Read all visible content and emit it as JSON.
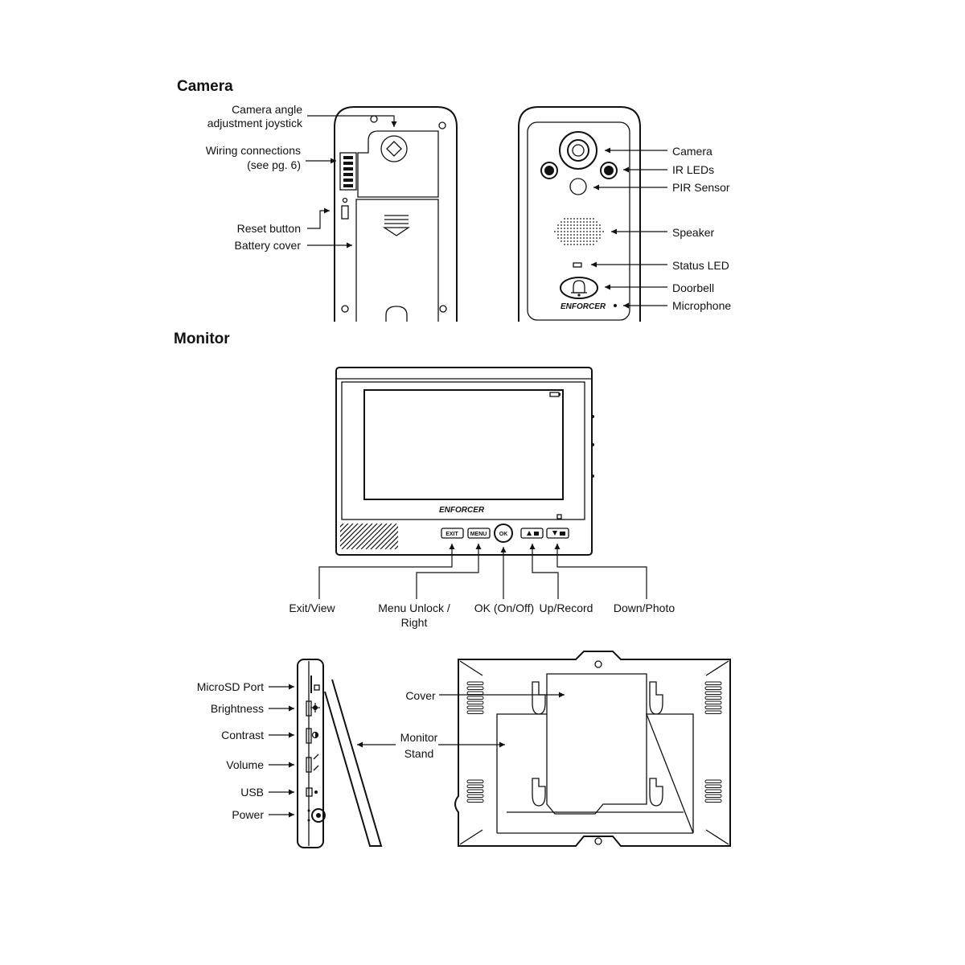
{
  "headings": {
    "camera": "Camera",
    "monitor": "Monitor"
  },
  "camera_back": {
    "joystick_1": "Camera angle",
    "joystick_2": "adjustment joystick",
    "wiring_1": "Wiring connections",
    "wiring_2": "(see pg. 6)",
    "reset": "Reset button",
    "battery": "Battery cover"
  },
  "camera_front": {
    "camera": "Camera",
    "ir": "IR LEDs",
    "pir": "PIR Sensor",
    "speaker": "Speaker",
    "status": "Status LED",
    "doorbell": "Doorbell",
    "microphone": "Microphone",
    "brand": "ENFORCER"
  },
  "monitor_front": {
    "brand": "ENFORCER",
    "exit": "Exit/View",
    "menu_1": "Menu Unlock /",
    "menu_2": "Right",
    "ok": "OK (On/Off)",
    "up": "Up/Record",
    "down": "Down/Photo",
    "btn_exit": "EXIT",
    "btn_menu": "MENU",
    "btn_ok": "OK"
  },
  "monitor_side": {
    "microsd": "MicroSD Port",
    "brightness": "Brightness",
    "contrast": "Contrast",
    "volume": "Volume",
    "usb": "USB",
    "power": "Power"
  },
  "monitor_back": {
    "cover": "Cover",
    "stand_1": "Monitor",
    "stand_2": "Stand"
  }
}
